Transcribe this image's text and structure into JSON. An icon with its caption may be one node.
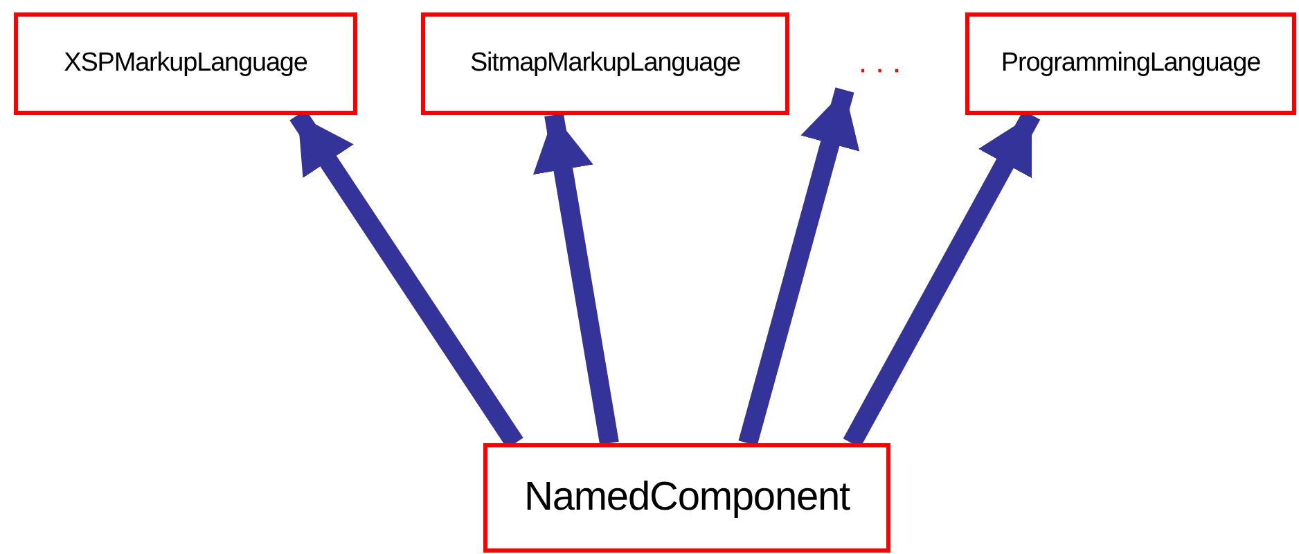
{
  "diagram": {
    "nodes": [
      {
        "text": [
          "XSPMarkupLanguage"
        ]
      },
      {
        "text": [
          "SitmapMarkupLanguage"
        ]
      },
      {
        "text": [
          "· · ·"
        ]
      },
      {
        "text": [
          "ProgrammingLanguage"
        ]
      },
      {
        "text": [
          "NamedComponent"
        ]
      }
    ],
    "edges": [
      {
        "from": 4,
        "to": 0,
        "arrow": "to"
      },
      {
        "from": 4,
        "to": 1,
        "arrow": "to"
      },
      {
        "from": 4,
        "to": 2,
        "arrow": "to"
      },
      {
        "from": 4,
        "to": 3,
        "arrow": "to"
      }
    ]
  }
}
